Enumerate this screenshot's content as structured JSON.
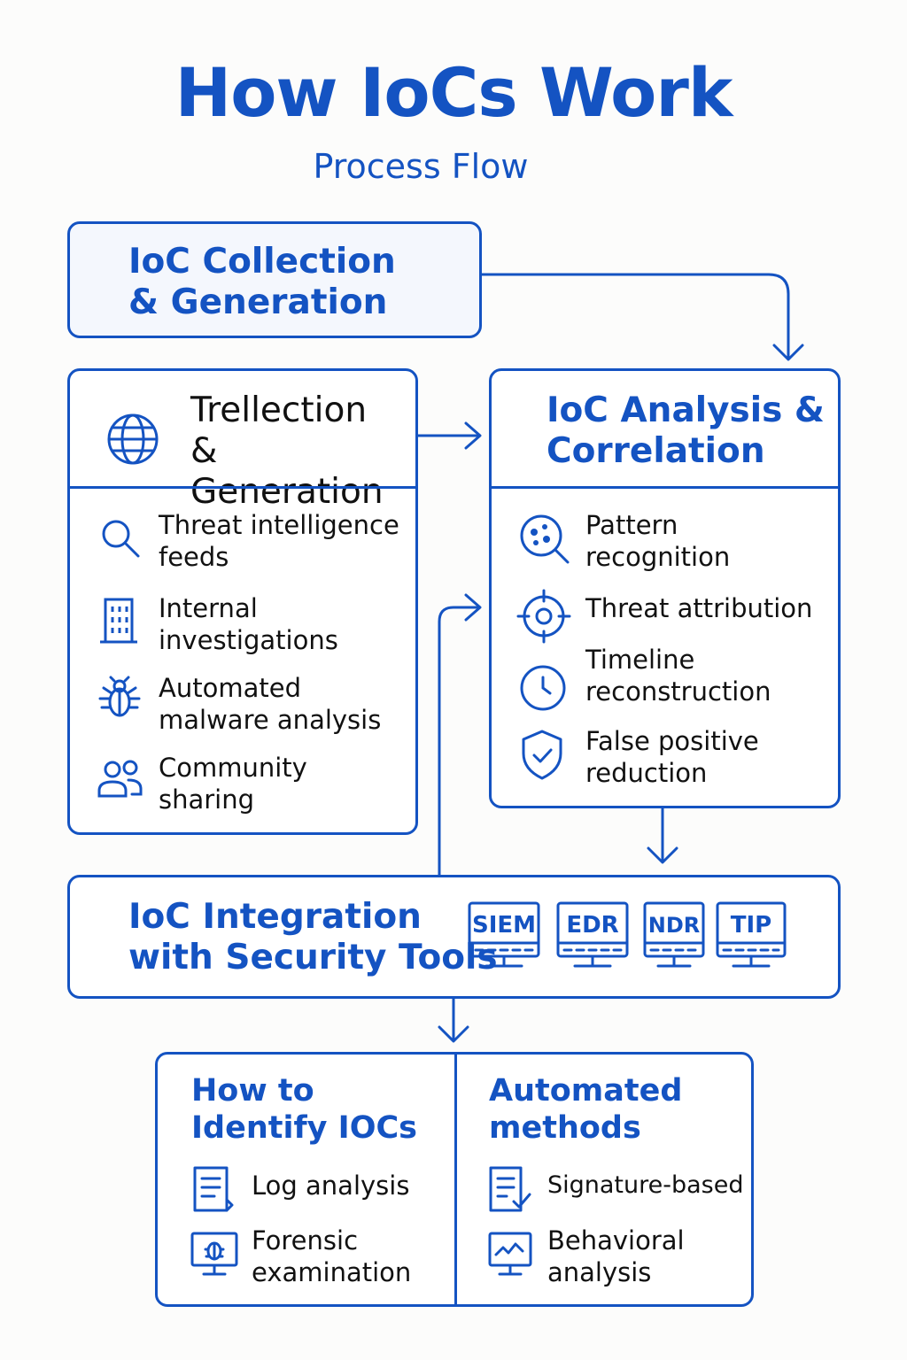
{
  "header": {
    "title": "How IoCs Work",
    "subtitle": "Process Flow"
  },
  "collection_box": {
    "line1": "IoC Collection",
    "line2": "& Generation"
  },
  "left_box": {
    "title_line1": "Trellection",
    "title_line2": "& Generation",
    "items": [
      {
        "icon": "search-icon",
        "line1": "Threat intelligence",
        "line2": "feeds"
      },
      {
        "icon": "building-icon",
        "line1": "Internal",
        "line2": "investigations"
      },
      {
        "icon": "bug-icon",
        "line1": "Automated",
        "line2": "malware analysis"
      },
      {
        "icon": "users-icon",
        "line1": "Community",
        "line2": "sharing"
      }
    ]
  },
  "right_box": {
    "title_line1": "IoC Analysis &",
    "title_line2": "Correlation",
    "items": [
      {
        "icon": "pattern-search-icon",
        "line1": "Pattern",
        "line2": "recognition"
      },
      {
        "icon": "crosshair-icon",
        "line1": "Threat attribution",
        "line2": ""
      },
      {
        "icon": "clock-icon",
        "line1": "Timeline",
        "line2": "reconstruction"
      },
      {
        "icon": "shield-check-icon",
        "line1": "False positive",
        "line2": "reduction"
      }
    ]
  },
  "integration_box": {
    "line1": "IoC Integration",
    "line2": "with Security Tools",
    "tools": [
      "SIEM",
      "EDR",
      "NDR",
      "TIP"
    ]
  },
  "bottom_box": {
    "left": {
      "title_line1": "How to",
      "title_line2": "Identify IOCs",
      "items": [
        {
          "icon": "document-icon",
          "line1": "Log analysis",
          "line2": ""
        },
        {
          "icon": "monitor-bug-icon",
          "line1": "Forensic",
          "line2": "examination"
        }
      ]
    },
    "right": {
      "title_line1": "Automated",
      "title_line2": "methods",
      "items": [
        {
          "icon": "document-check-icon",
          "line1": "Signature-based",
          "line2": ""
        },
        {
          "icon": "monitor-chart-icon",
          "line1": "Behavioral",
          "line2": "analysis"
        }
      ]
    }
  },
  "colors": {
    "accent": "#1453c2",
    "background": "#fcfcfb",
    "text": "#111111"
  }
}
